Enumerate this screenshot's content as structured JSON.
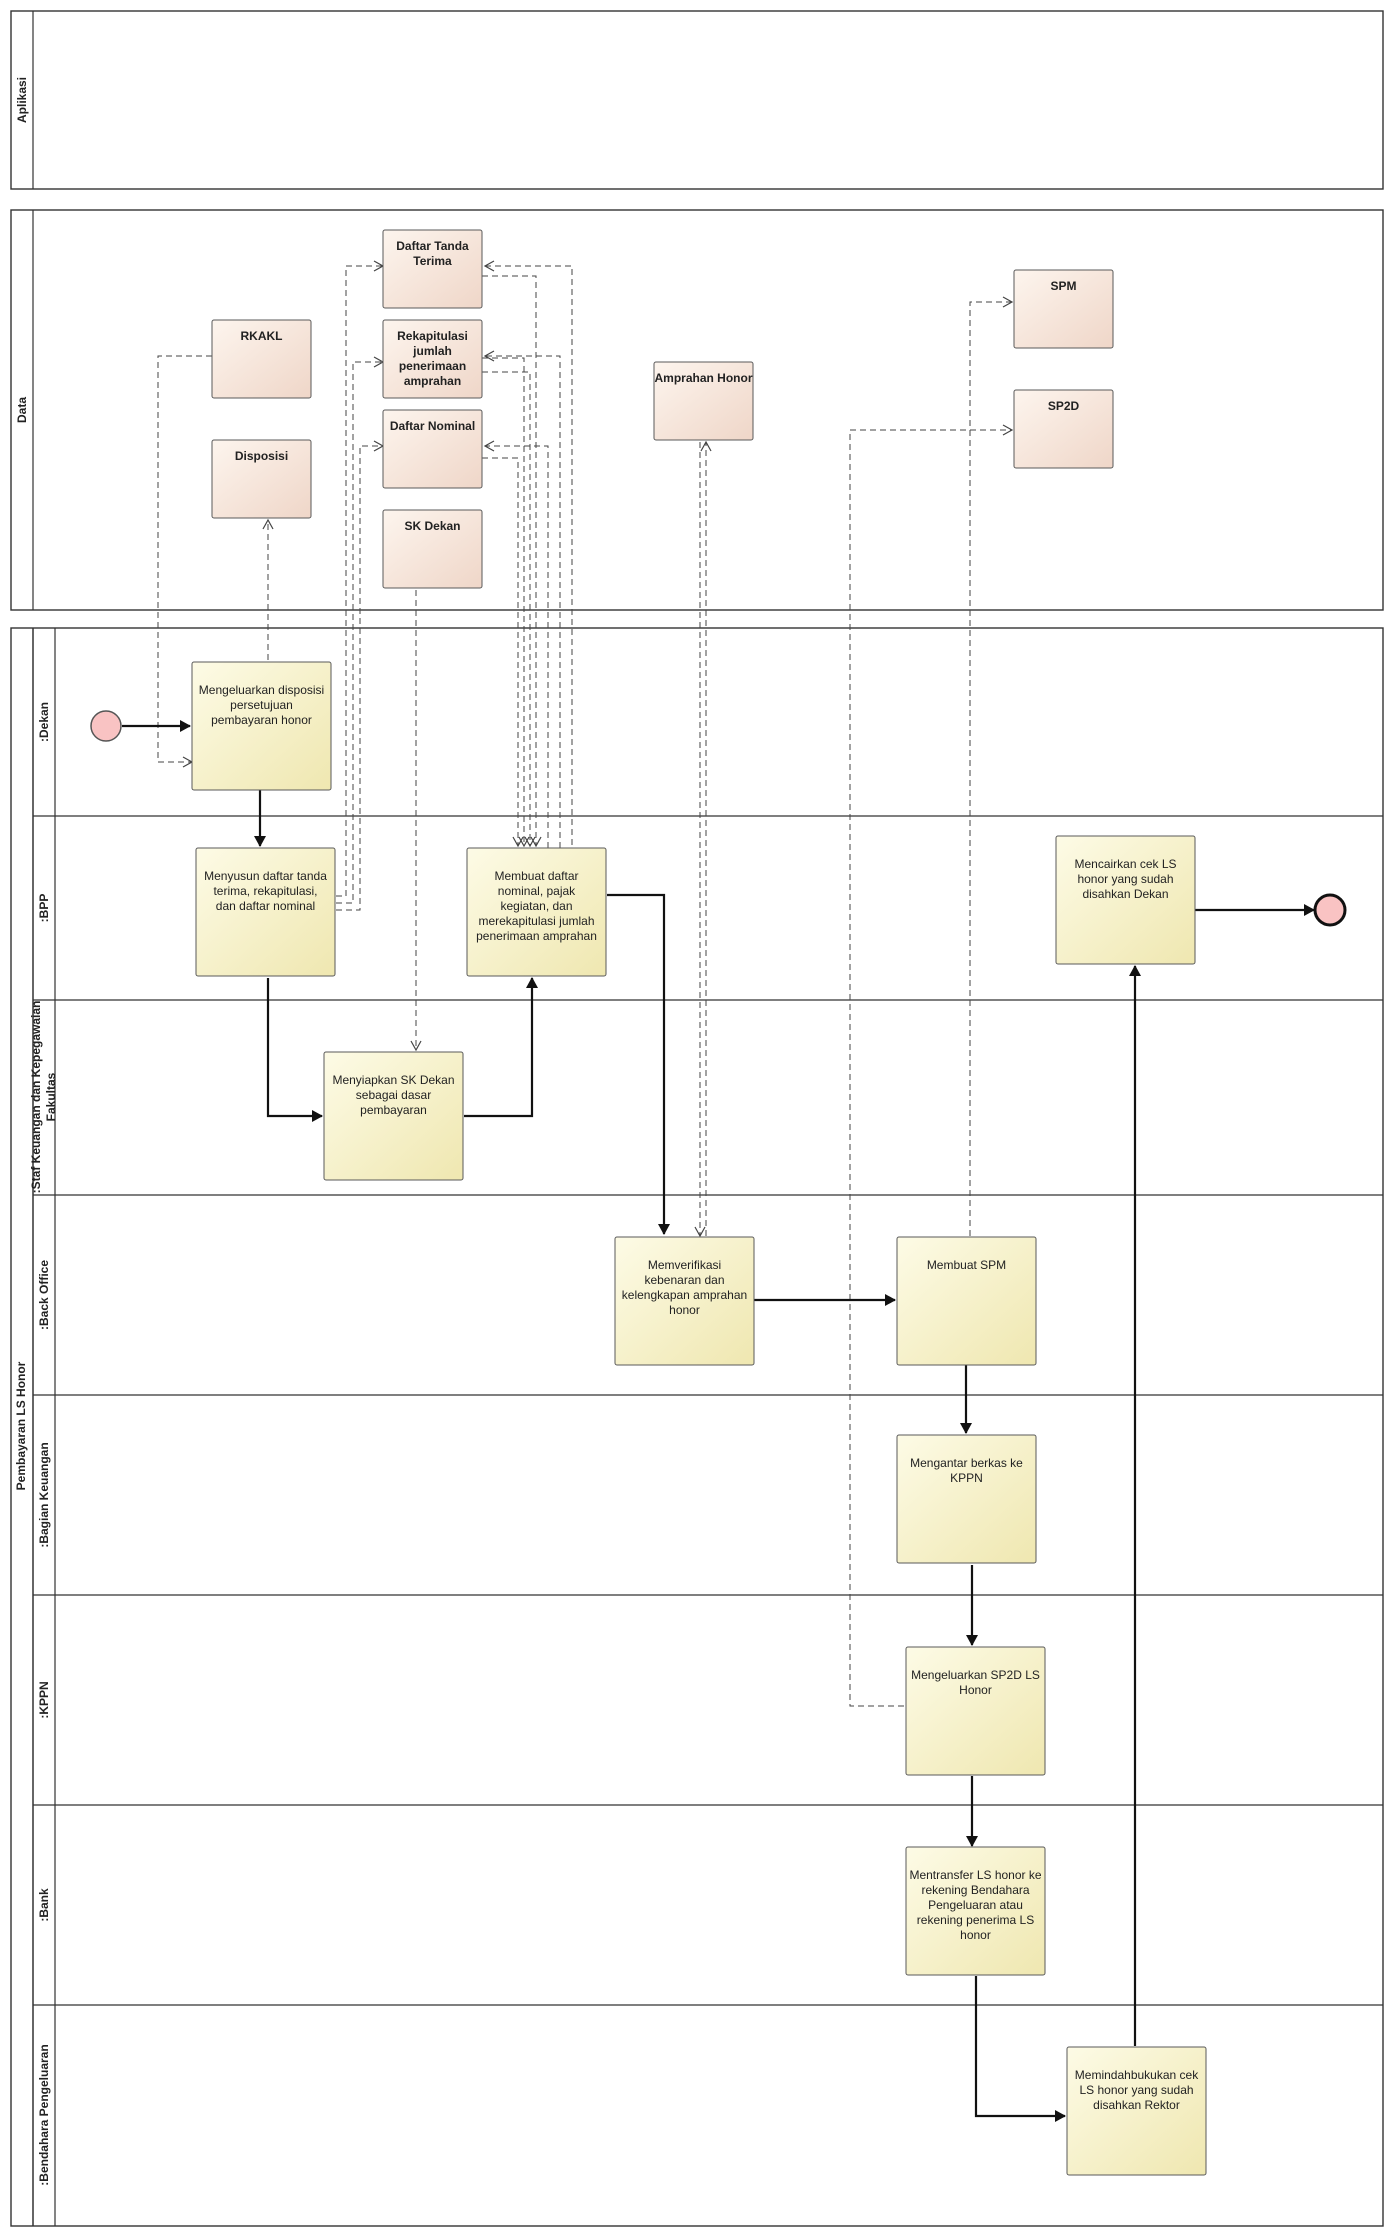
{
  "pools": {
    "aplikasi": "Aplikasi",
    "data": "Data",
    "process": "Pembayaran LS Honor"
  },
  "lanes": [
    ":Dekan",
    ":BPP",
    ":Staf Keuangan dan Kepegawaian Fakultas",
    ":Back Office",
    ":Bagian Keuangan",
    ":KPPN",
    ":Bank",
    ":Bendahara Pengeluaran"
  ],
  "data_objects": {
    "daftar_tanda_terima": [
      "Daftar Tanda",
      "Terima"
    ],
    "rekapitulasi": [
      "Rekapitulasi",
      "jumlah",
      "penerimaan",
      "amprahan"
    ],
    "daftar_nominal": [
      "Daftar Nominal"
    ],
    "sk_dekan": [
      "SK Dekan"
    ],
    "rkakl": [
      "RKAKL"
    ],
    "disposisi": [
      "Disposisi"
    ],
    "amprahan_honor": [
      "Amprahan Honor"
    ],
    "spm": [
      "SPM"
    ],
    "sp2d": [
      "SP2D"
    ]
  },
  "tasks": {
    "dekan_disposisi": [
      "Mengeluarkan disposisi",
      "persetujuan",
      "pembayaran honor"
    ],
    "bpp_menyusun": [
      "Menyusun daftar tanda",
      "terima, rekapitulasi,",
      "dan daftar nominal"
    ],
    "bpp_membuat": [
      "Membuat daftar",
      "nominal, pajak",
      "kegiatan, dan",
      "merekapitulasi jumlah",
      "penerimaan amprahan"
    ],
    "bpp_mencairkan": [
      "Mencairkan cek LS",
      "honor yang sudah",
      "disahkan Dekan"
    ],
    "staf_sk": [
      "Menyiapkan SK Dekan",
      "sebagai dasar",
      "pembayaran"
    ],
    "bo_verifikasi": [
      "Memverifikasi",
      "kebenaran dan",
      "kelengkapan amprahan",
      "honor"
    ],
    "bo_spm": [
      "Membuat SPM"
    ],
    "bk_mengantar": [
      "Mengantar berkas ke",
      "KPPN"
    ],
    "kppn_sp2d": [
      "Mengeluarkan SP2D LS",
      "Honor"
    ],
    "bank_transfer": [
      "Mentransfer LS honor ke",
      "rekening Bendahara",
      "Pengeluaran atau",
      "rekening penerima LS",
      "honor"
    ],
    "bp_memindah": [
      "Memindahbukukan cek",
      "LS honor yang sudah",
      "disahkan Rektor"
    ]
  },
  "colors": {
    "task_fill_top": "#fdfbe6",
    "task_fill_bottom": "#f0e9b4",
    "data_fill_top": "#fdf3ec",
    "data_fill_bottom": "#f0d8cc",
    "event_fill": "#f9c3c3",
    "border": "#333333"
  }
}
